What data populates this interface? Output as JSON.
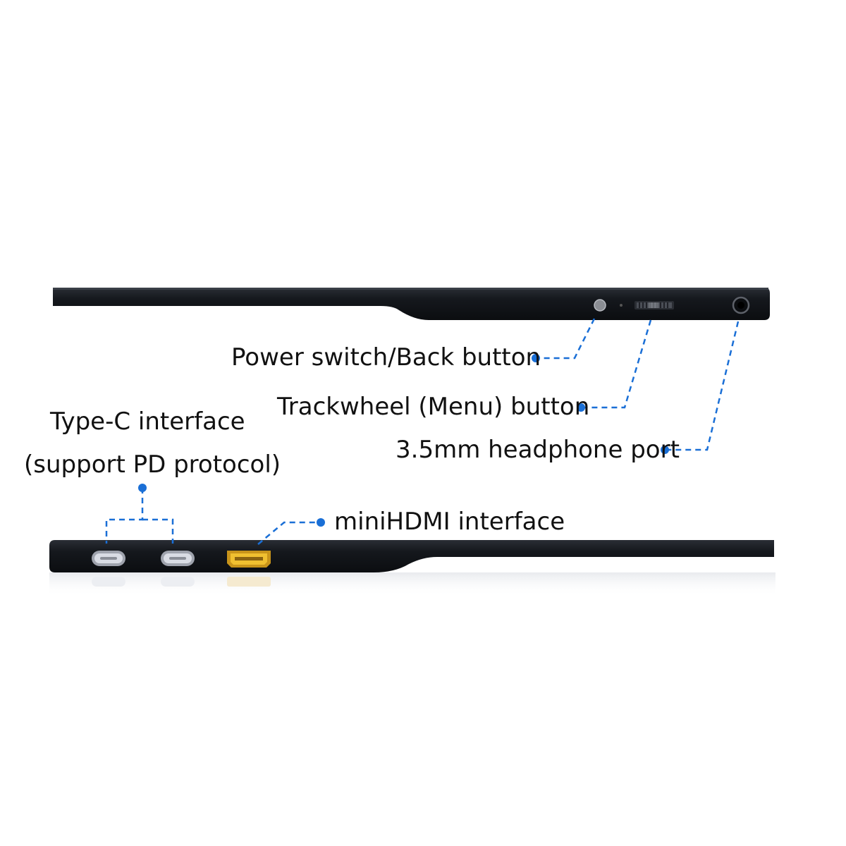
{
  "labels": {
    "power": "Power switch/Back button",
    "trackwheel": "Trackwheel (Menu) button",
    "headphone": "3.5mm headphone port",
    "typec_line1": "Type-C interface",
    "typec_line2": "(support PD protocol)",
    "minihdmi": "miniHDMI interface"
  },
  "colors": {
    "callout": "#1a6fd6",
    "device_body": "#15181d",
    "hdmi_port": "#e9b321",
    "usbc_port": "#c9ccd6",
    "background": "#ffffff"
  }
}
